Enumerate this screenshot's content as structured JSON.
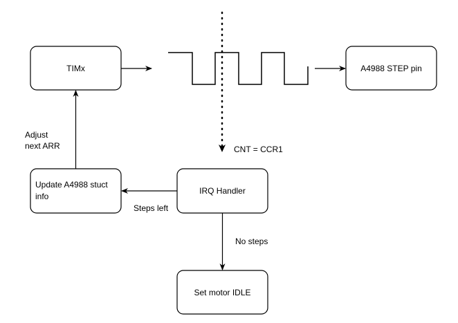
{
  "diagram": {
    "nodes": {
      "timx": {
        "label": "TIMx"
      },
      "a4988_step": {
        "label": "A4988 STEP pin"
      },
      "update_info": {
        "line1": "Update A4988 stuct",
        "line2": "info"
      },
      "irq_handler": {
        "label": "IRQ Handler"
      },
      "set_idle": {
        "label": "Set motor IDLE"
      }
    },
    "edge_labels": {
      "adjust_line1": "Adjust",
      "adjust_line2": "next ARR",
      "cnt_ccr1": "CNT = CCR1",
      "steps_left": "Steps left",
      "no_steps": "No steps"
    },
    "colors": {
      "stroke": "#000000",
      "fill": "#ffffff",
      "text": "#000000"
    }
  }
}
